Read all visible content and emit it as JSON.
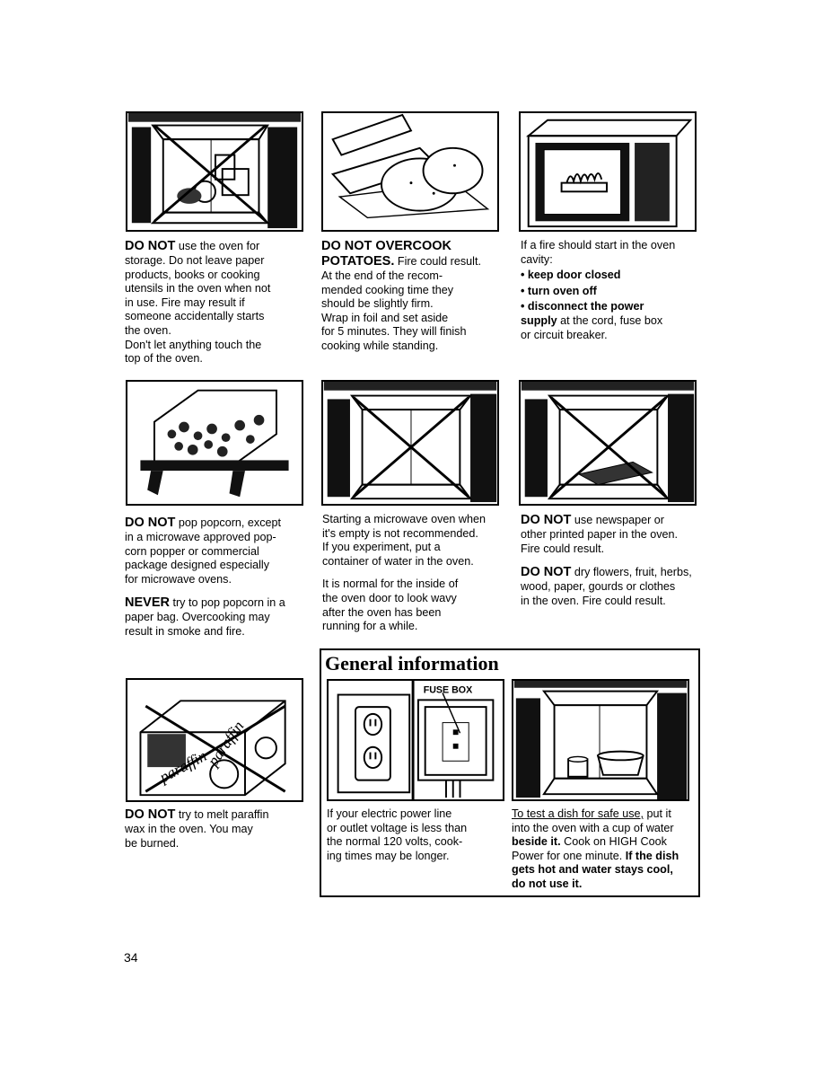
{
  "panel1": {
    "lines": [
      {
        "bold": "DO NOT",
        "text": " use the oven for"
      },
      {
        "text": "storage. Do not leave paper"
      },
      {
        "text": "products, books or cooking"
      },
      {
        "text": "utensils in the oven when not"
      },
      {
        "text": "in use. Fire may result if"
      },
      {
        "text": "someone accidentally starts"
      },
      {
        "text": "the oven."
      },
      {
        "text": "Don't let anything touch the"
      },
      {
        "text": "top of the oven."
      }
    ]
  },
  "panel2": {
    "heading1": "DO NOT OVERCOOK",
    "heading2": "POTATOES.",
    "heading2_rest": " Fire could result.",
    "lines": [
      "At the end of the recom-",
      "mended cooking time they",
      "should be slightly firm.",
      "Wrap in foil and set aside",
      "for 5 minutes. They will finish",
      "cooking while standing."
    ]
  },
  "panel3": {
    "intro1": "If a fire should start in the oven",
    "intro2": "cavity:",
    "bullet1": "• keep door closed",
    "bullet2": "• turn oven off",
    "bullet3a": "• disconnect the power",
    "bullet3b_bold": "supply",
    "bullet3b_rest": " at the cord, fuse box",
    "bullet3c": "or circuit breaker."
  },
  "panel4": {
    "p1_bold": "DO NOT",
    "p1_rest": " pop popcorn, except",
    "p1_lines": [
      "in a microwave approved pop-",
      "corn popper or commercial",
      "package designed especially",
      "for microwave ovens."
    ],
    "p2_bold": "NEVER",
    "p2_rest": " try to pop popcorn in a",
    "p2_lines": [
      "paper bag. Overcooking may",
      "result in smoke and fire."
    ]
  },
  "panel5": {
    "p1_lines": [
      "Starting a microwave oven when",
      "it's empty is not recommended.",
      "If you experiment, put a",
      "container of water in the oven."
    ],
    "p2_lines": [
      "It is normal for the inside of",
      "the oven door to look wavy",
      "after the oven has been",
      "running for a while."
    ]
  },
  "panel6": {
    "p1_bold": "DO NOT",
    "p1_rest": " use newspaper or",
    "p1_lines": [
      "other printed paper in the oven.",
      "Fire could result."
    ],
    "p2_bold": "DO NOT",
    "p2_rest": " dry flowers, fruit, herbs,",
    "p2_lines": [
      "wood, paper, gourds or clothes",
      "in the oven. Fire could result."
    ]
  },
  "panel7": {
    "bold": "DO NOT",
    "rest": " try to melt paraffin",
    "lines": [
      "wax in the oven. You may",
      "be burned."
    ],
    "box_label1": "paraffin",
    "box_label2": "paraffin"
  },
  "general": {
    "title": "General information",
    "fuse_label": "FUSE BOX",
    "left_lines": [
      "If your electric power line",
      "or outlet voltage is less than",
      "the normal 120 volts, cook-",
      "ing times may be longer."
    ],
    "right_u": "To test a dish for safe use,",
    "right_after_u": " put it",
    "right_line2": "into the oven with a cup of water",
    "right_bold_a": "beside it.",
    "right_line3_rest": " Cook on HIGH Cook",
    "right_line4_normal": "Power for one minute. ",
    "right_line4_bold": "If the dish",
    "right_line5": "gets hot and water stays cool,",
    "right_line6": "do not use it."
  },
  "page_number": "34"
}
